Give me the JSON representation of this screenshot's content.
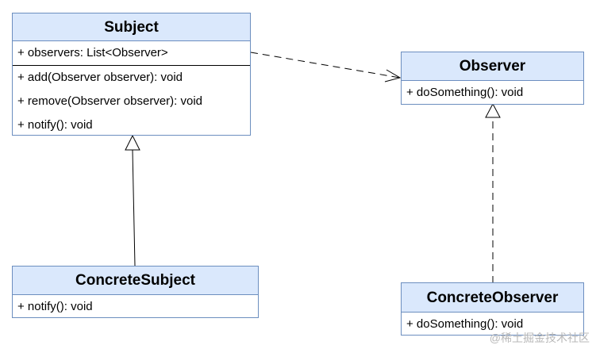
{
  "classes": {
    "subject": {
      "name": "Subject",
      "attributes": [
        "+ observers: List<Observer>"
      ],
      "operations": [
        "+ add(Observer observer): void",
        "+ remove(Observer observer): void",
        "+ notify(): void"
      ]
    },
    "observer": {
      "name": "Observer",
      "operations": [
        "+ doSomething(): void"
      ]
    },
    "concrete_subject": {
      "name": "ConcreteSubject",
      "operations": [
        "+ notify(): void"
      ]
    },
    "concrete_observer": {
      "name": "ConcreteObserver",
      "operations": [
        "+ doSomething(): void"
      ]
    }
  },
  "relationships": [
    {
      "from": "Subject",
      "to": "Observer",
      "kind": "dependency"
    },
    {
      "from": "ConcreteSubject",
      "to": "Subject",
      "kind": "generalization"
    },
    {
      "from": "ConcreteObserver",
      "to": "Observer",
      "kind": "realization"
    }
  ],
  "colors": {
    "header_fill": "#dae8fc",
    "class_border": "#6c8ebf",
    "line": "#000000"
  },
  "watermark": "@稀土掘金技术社区"
}
